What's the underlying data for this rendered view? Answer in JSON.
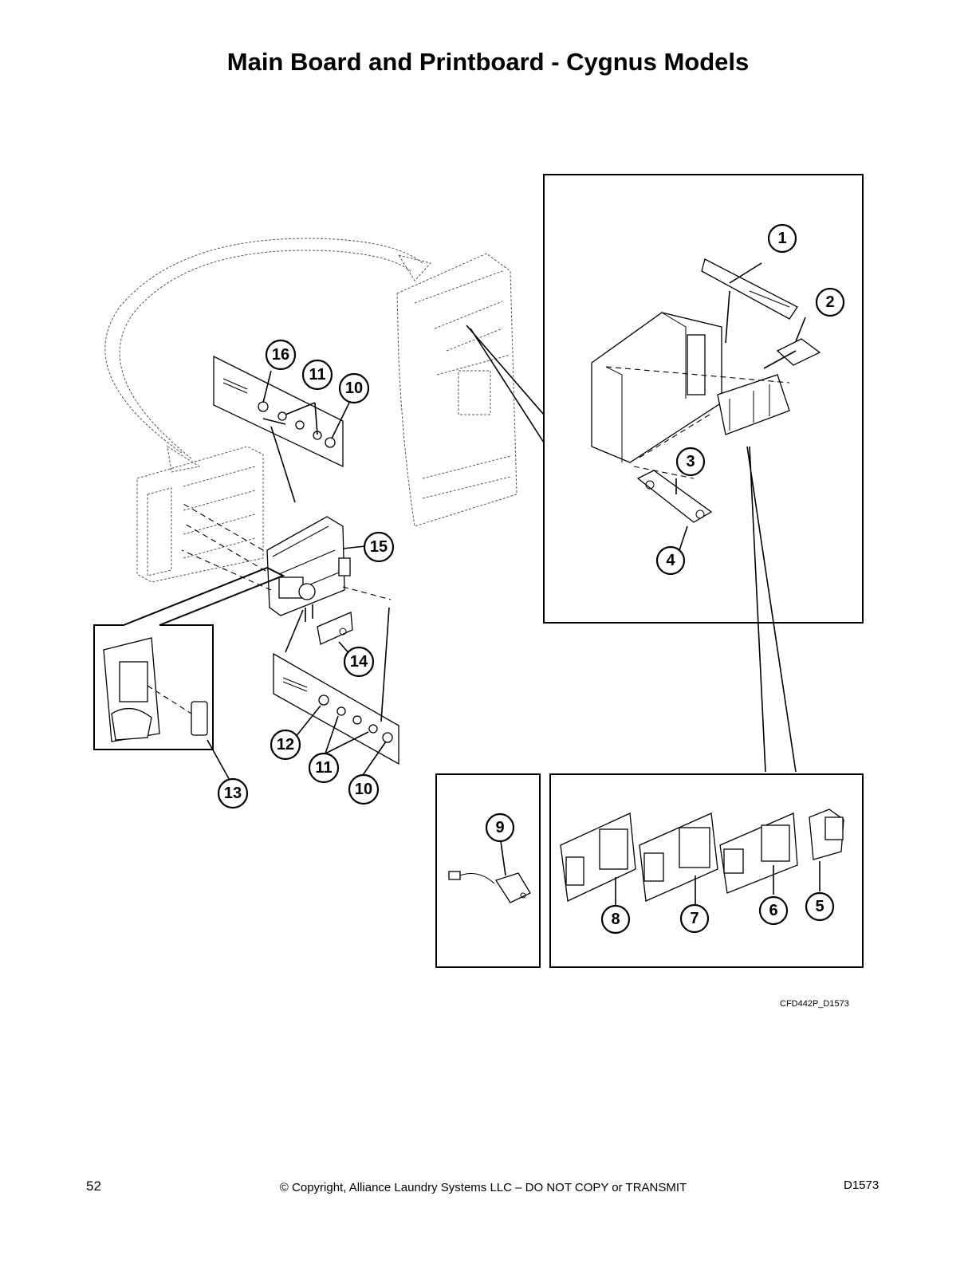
{
  "page": {
    "title": "Main Board and Printboard - Cygnus Models",
    "figure_ref": "CFD442P_D1573",
    "page_number": "52",
    "copyright": "© Copyright, Alliance Laundry Systems LLC – DO NOT COPY or TRANSMIT",
    "doc_id": "D1573"
  },
  "callouts": {
    "c1": "1",
    "c2": "2",
    "c3": "3",
    "c4": "4",
    "c5": "5",
    "c6": "6",
    "c7": "7",
    "c8": "8",
    "c9": "9",
    "c10a": "10",
    "c10b": "10",
    "c11a": "11",
    "c11b": "11",
    "c12": "12",
    "c13": "13",
    "c14": "14",
    "c15": "15",
    "c16": "16"
  }
}
